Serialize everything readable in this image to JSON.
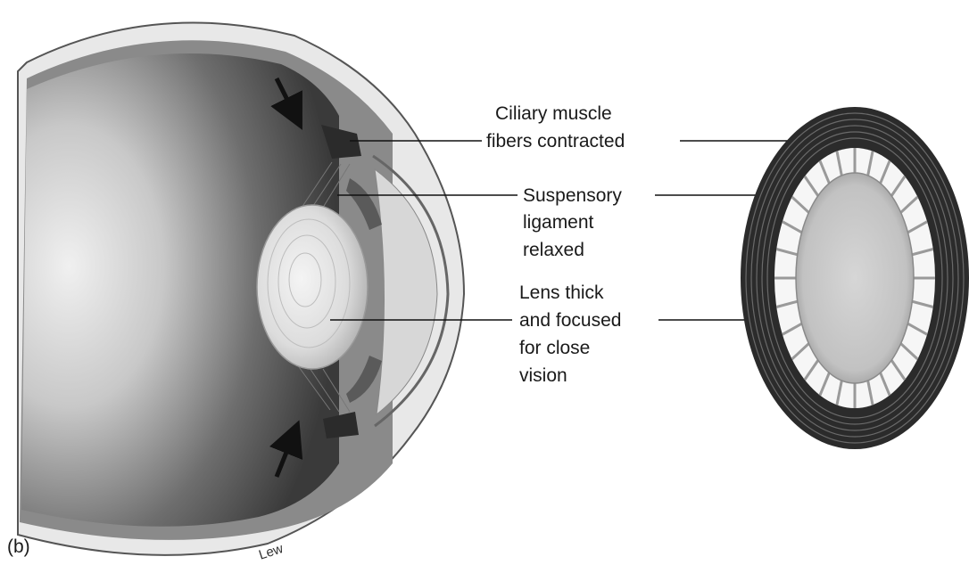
{
  "panel_label": "(b)",
  "artist_signature": "Lew",
  "labels": {
    "ciliary": [
      "Ciliary muscle",
      "fibers contracted"
    ],
    "suspensory": [
      "Suspensory",
      "ligament",
      "relaxed"
    ],
    "lens": [
      "Lens thick",
      "and focused",
      "for close",
      "vision"
    ]
  },
  "colors": {
    "eye_interior_dark": "#3a3a3a",
    "eye_interior_light": "#e6e6e6",
    "lens": "#d9d9d9",
    "ciliary_ring": "#2b2b2b",
    "ink": "#111111"
  }
}
